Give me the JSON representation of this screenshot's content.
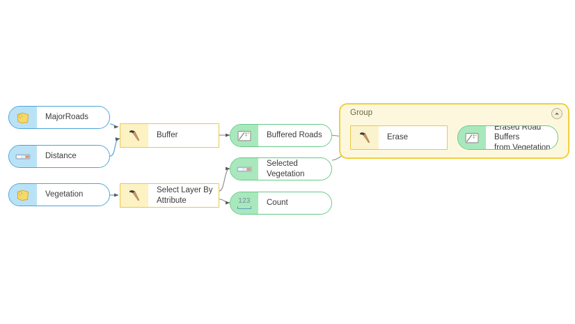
{
  "app": {
    "canvas_background": "#ffffff"
  },
  "palette": {
    "input_variable_border": "#4aa3d8",
    "input_variable_fill": "#b9e2f7",
    "output_variable_border": "#63c784",
    "output_variable_fill": "#a9e8bd",
    "tool_border": "#e8c84a",
    "tool_fill": "#fdf2c4",
    "group_border": "#f0cf3e",
    "group_fill": "#fdf8dd",
    "connector_blue": "#5ba8d8",
    "connector_green": "#7fcf99",
    "connector_gray": "#8a8a8a",
    "arrowhead": "#5a5a5a",
    "label_text": "#3a3a3a"
  },
  "model": {
    "inputs": [
      {
        "id": "major-roads",
        "label": "MajorRoads",
        "icon": "feature-layer-icon"
      },
      {
        "id": "distance",
        "label": "Distance",
        "icon": "linear-unit-icon"
      },
      {
        "id": "vegetation",
        "label": "Vegetation",
        "icon": "feature-layer-icon"
      }
    ],
    "tools": [
      {
        "id": "buffer",
        "label": "Buffer",
        "icon": "hammer-icon"
      },
      {
        "id": "select-layer-by-attribute",
        "label": "Select Layer By Attribute",
        "icon": "hammer-icon"
      },
      {
        "id": "erase",
        "label": "Erase",
        "icon": "hammer-icon"
      }
    ],
    "outputs": [
      {
        "id": "buffered-roads",
        "label": "Buffered Roads",
        "icon": "dataset-icon"
      },
      {
        "id": "selected-vegetation",
        "label": "Selected Vegetation",
        "icon": "linear-unit-icon"
      },
      {
        "id": "count",
        "label": "Count",
        "icon": "number-icon",
        "glyph_text": "123"
      },
      {
        "id": "erased-road-buffers",
        "label": "Erased Road Buffers from Vegetation",
        "label_line1": "Erased Road Buffers",
        "label_line2": "from Vegetation",
        "icon": "dataset-icon"
      }
    ],
    "group": {
      "id": "group-1",
      "title": "Group",
      "collapse_icon": "chevron-up-icon"
    },
    "connections": [
      {
        "from": "major-roads",
        "to": "buffer",
        "color": "blue"
      },
      {
        "from": "distance",
        "to": "buffer",
        "color": "blue"
      },
      {
        "from": "vegetation",
        "to": "select-layer-by-attribute",
        "color": "blue"
      },
      {
        "from": "buffer",
        "to": "buffered-roads",
        "color": "gray"
      },
      {
        "from": "select-layer-by-attribute",
        "to": "selected-vegetation",
        "color": "gray"
      },
      {
        "from": "select-layer-by-attribute",
        "to": "count",
        "color": "gray"
      },
      {
        "from": "buffered-roads",
        "to": "erase",
        "color": "green"
      },
      {
        "from": "selected-vegetation",
        "to": "erase",
        "color": "green"
      },
      {
        "from": "erase",
        "to": "erased-road-buffers",
        "color": "gray"
      }
    ]
  }
}
